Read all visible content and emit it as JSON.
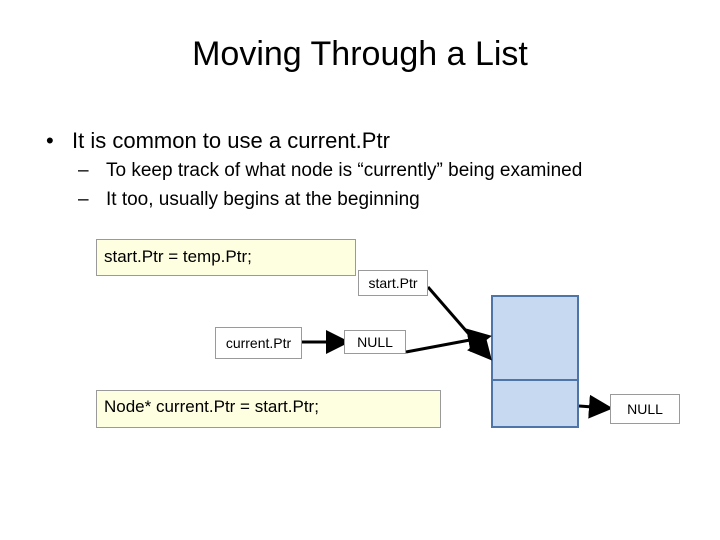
{
  "slide": {
    "title": "Moving Through a List",
    "bullet": "It is common to use a current.Ptr",
    "sub_bullets": [
      "To keep track of what node is “currently” being examined",
      "It too, usually begins at the beginning"
    ]
  },
  "diagram": {
    "code_top": "start.Ptr = temp.Ptr;",
    "code_bottom": "Node* current.Ptr = start.Ptr;",
    "start_ptr_label": "start.Ptr",
    "current_ptr_label": "current.Ptr",
    "null_label_1": "NULL",
    "null_label_2": "NULL"
  },
  "colors": {
    "code_box_fill": "#fefee0",
    "node_fill": "#c6d9f1",
    "node_border": "#4f75a8"
  }
}
